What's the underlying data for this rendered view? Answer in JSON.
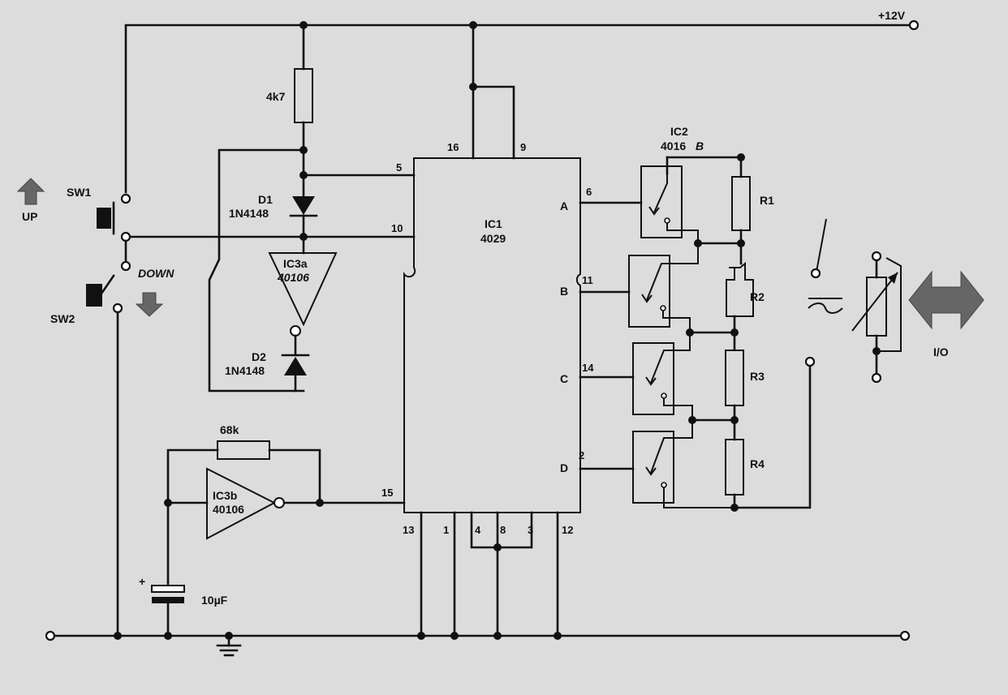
{
  "supply_label": "+12V",
  "resistors": {
    "r_pullup": "4k7",
    "r_feedback": "68k",
    "r1": "R1",
    "r2": "R2",
    "r3": "R3",
    "r4": "R4"
  },
  "capacitor": {
    "value": "10µF",
    "polarity": "+"
  },
  "diodes": {
    "d1_ref": "D1",
    "d1_part": "1N4148",
    "d2_ref": "D2",
    "d2_part": "1N4148"
  },
  "ic1": {
    "ref": "IC1",
    "part": "4029",
    "pins": {
      "p16": "16",
      "p9": "9",
      "p5": "5",
      "p10": "10",
      "p15": "15",
      "p13": "13",
      "p1": "1",
      "p4": "4",
      "p8": "8",
      "p3": "3",
      "p12": "12",
      "p6": "6",
      "p11": "11",
      "p14": "14",
      "p2": "2"
    },
    "outputs": {
      "a": "A",
      "b": "B",
      "c": "C",
      "d": "D"
    }
  },
  "ic2": {
    "ref": "IC2",
    "part": "4016",
    "sub": "B"
  },
  "ic3a": {
    "ref": "IC3a",
    "part": "40106"
  },
  "ic3b": {
    "ref": "IC3b",
    "part": "40106"
  },
  "switches": {
    "sw1": "SW1",
    "sw2": "SW2",
    "up": "UP",
    "down": "DOWN"
  },
  "io_label": "I/O"
}
